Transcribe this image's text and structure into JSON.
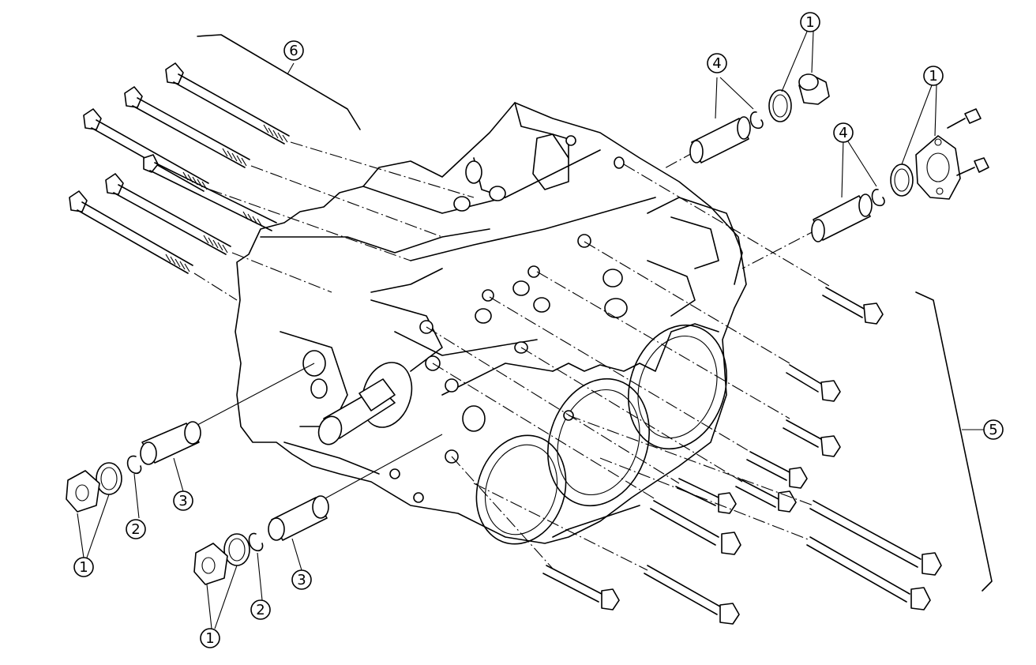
{
  "callouts": {
    "c1a": "1",
    "c1b": "1",
    "c1c": "1",
    "c1d": "1",
    "c2a": "2",
    "c2b": "2",
    "c3a": "3",
    "c3b": "3",
    "c4a": "4",
    "c4b": "4",
    "c5": "5",
    "c6": "6"
  }
}
